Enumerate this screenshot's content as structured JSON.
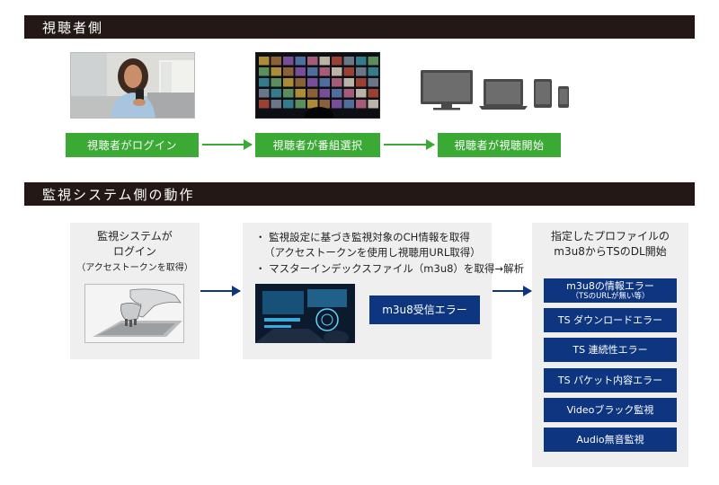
{
  "viewer_section": {
    "title": "視聴者側",
    "steps": [
      "視聴者がログイン",
      "視聴者が番組選択",
      "視聴者が視聴開始"
    ]
  },
  "monitor_section": {
    "title": "監視システム側の動作",
    "panel1": {
      "title_line1": "監視システムが",
      "title_line2": "ログイン",
      "subtitle": "（アクセストークンを取得）"
    },
    "panel2": {
      "bullet1": "・ 監視設定に基づき監視対象のCH情報を取得",
      "bullet1_sub": "（アクセストークンを使用し視聴用URL取得）",
      "bullet2": "・ マスターインデックスファイル（m3u8）を取得→解析",
      "error_label": "m3u8受信エラー"
    },
    "panel3": {
      "title_line1": "指定したプロファイルの",
      "title_line2": "m3u8からTSのDL開始",
      "items": [
        {
          "label": "m3u8の情報エラー",
          "sub": "（TSのURLが無い等）"
        },
        {
          "label": "TS ダウンロードエラー",
          "sub": ""
        },
        {
          "label": "TS 連続性エラー",
          "sub": ""
        },
        {
          "label": "TS パケット内容エラー",
          "sub": ""
        },
        {
          "label": "Videoブラック監視",
          "sub": ""
        },
        {
          "label": "Audio無音監視",
          "sub": ""
        }
      ]
    }
  },
  "colors": {
    "header_bar": "#231815",
    "viewer_step": "#3aaa35",
    "monitor_box": "#0d3580",
    "panel_bg": "#efefef"
  }
}
